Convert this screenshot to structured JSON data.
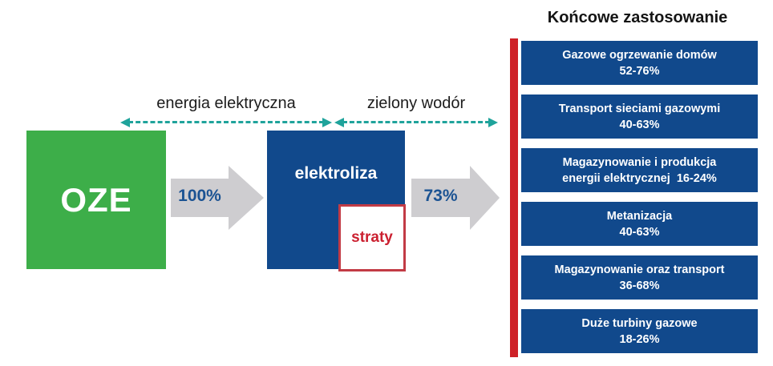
{
  "title": "Końcowe zastosowanie",
  "flow": {
    "source": {
      "label": "OZE"
    },
    "arrow1": {
      "label": "100%"
    },
    "process": {
      "label": "elektroliza",
      "loss_label": "straty"
    },
    "arrow2": {
      "label": "73%"
    },
    "links": {
      "electricity": "energia elektryczna",
      "hydrogen": "zielony wodór"
    }
  },
  "applications": [
    {
      "line1": "Gazowe ogrzewanie domów",
      "line2": "52-76%"
    },
    {
      "line1": "Transport sieciami gazowymi",
      "line2": "40-63%"
    },
    {
      "line1": "Magazynowanie i produkcja",
      "line2": "energii elektrycznej  16-24%"
    },
    {
      "line1": "Metanizacja",
      "line2": "40-63%"
    },
    {
      "line1": "Magazynowanie oraz transport",
      "line2": "36-68%"
    },
    {
      "line1": "Duże turbiny gazowe",
      "line2": "18-26%"
    }
  ],
  "colors": {
    "green": "#3dae49",
    "navy": "#11498c",
    "red": "#ce2127",
    "teal": "#1fa39b",
    "arrow_gray": "#cecdd0",
    "label_blue": "#1b5393",
    "loss_border": "#c23b45",
    "loss_text": "#cb2030",
    "text_dark": "#1c1c1c"
  }
}
